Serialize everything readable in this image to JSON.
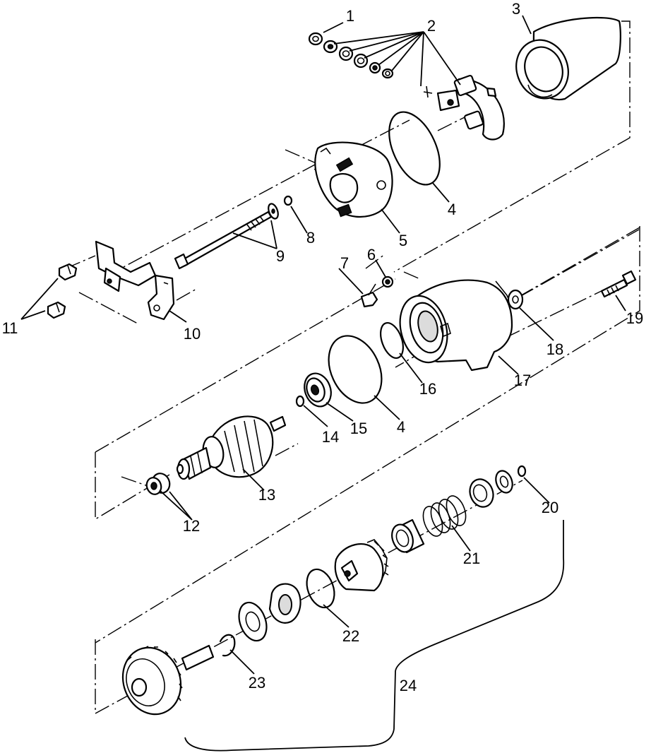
{
  "callouts": [
    {
      "id": "c1",
      "text": "1"
    },
    {
      "id": "c2",
      "text": "2"
    },
    {
      "id": "c3",
      "text": "3"
    },
    {
      "id": "c4a",
      "text": "4"
    },
    {
      "id": "c5",
      "text": "5"
    },
    {
      "id": "c6",
      "text": "6"
    },
    {
      "id": "c7",
      "text": "7"
    },
    {
      "id": "c8",
      "text": "8"
    },
    {
      "id": "c9",
      "text": "9"
    },
    {
      "id": "c10",
      "text": "10"
    },
    {
      "id": "c11",
      "text": "11"
    },
    {
      "id": "c12",
      "text": "12"
    },
    {
      "id": "c13",
      "text": "13"
    },
    {
      "id": "c14",
      "text": "14"
    },
    {
      "id": "c15",
      "text": "15"
    },
    {
      "id": "c4b",
      "text": "4"
    },
    {
      "id": "c16",
      "text": "16"
    },
    {
      "id": "c17",
      "text": "17"
    },
    {
      "id": "c18",
      "text": "18"
    },
    {
      "id": "c19",
      "text": "19"
    },
    {
      "id": "c20",
      "text": "20"
    },
    {
      "id": "c21",
      "text": "21"
    },
    {
      "id": "c22",
      "text": "22"
    },
    {
      "id": "c23",
      "text": "23"
    },
    {
      "id": "c24",
      "text": "24"
    }
  ]
}
